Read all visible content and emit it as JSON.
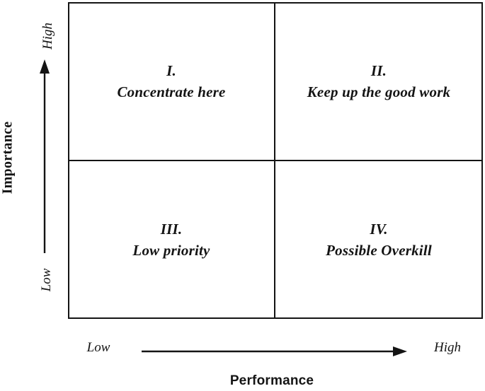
{
  "matrix": {
    "quadrants": [
      {
        "numeral": "I.",
        "label": "Concentrate here"
      },
      {
        "numeral": "II.",
        "label": "Keep up the good work"
      },
      {
        "numeral": "III.",
        "label": "Low priority"
      },
      {
        "numeral": "IV.",
        "label": "Possible Overkill"
      }
    ]
  },
  "y_axis": {
    "title": "Importance",
    "high_label": "High",
    "low_label": "Low"
  },
  "x_axis": {
    "title": "Performance",
    "low_label": "Low",
    "high_label": "High"
  },
  "colors": {
    "line": "#141414",
    "text": "#141414",
    "background": "#ffffff"
  }
}
